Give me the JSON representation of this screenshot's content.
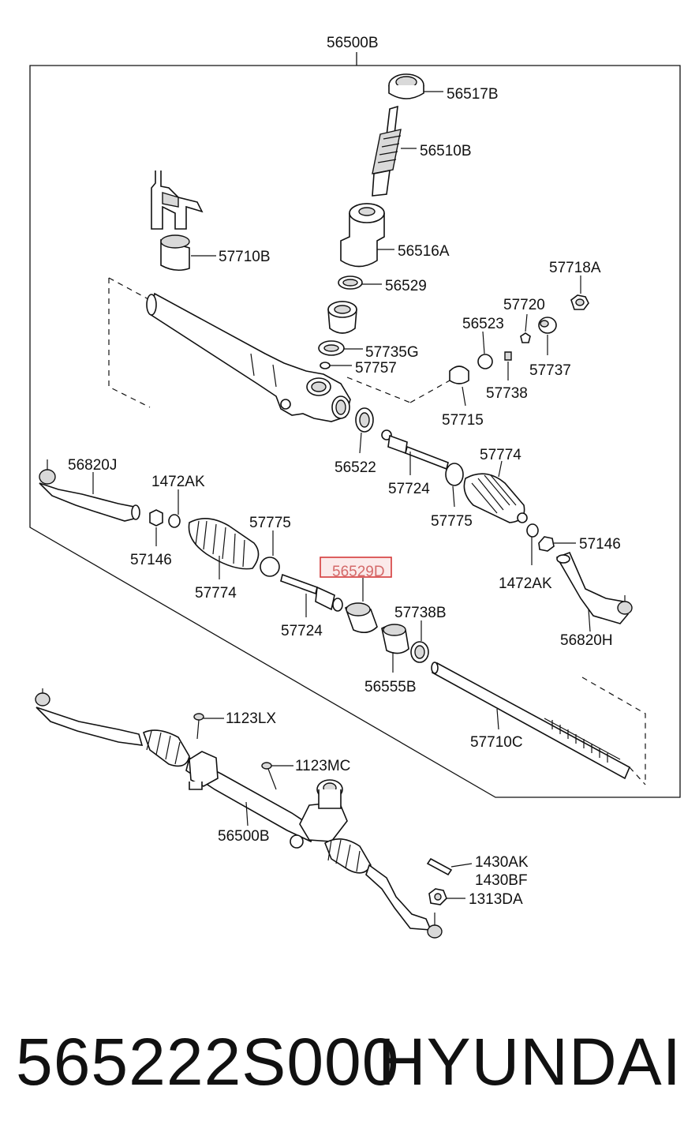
{
  "diagram": {
    "assembly_label": "56500B",
    "labels": {
      "p56517B": "56517B",
      "p56510B": "56510B",
      "p57710B": "57710B",
      "p56516A": "56516A",
      "p56529": "56529",
      "p57718A": "57718A",
      "p57720": "57720",
      "p56523": "56523",
      "p57735G": "57735G",
      "p57757": "57757",
      "p57737": "57737",
      "p57738": "57738",
      "p57715": "57715",
      "p56522": "56522",
      "p57774_r": "57774",
      "p56820J": "56820J",
      "p1472AK_l": "1472AK",
      "p57724_u": "57724",
      "p57775_r": "57775",
      "p57775_l": "57775",
      "p57146_l": "57146",
      "p57146_r": "57146",
      "p56529D": "56529D",
      "p1472AK_r": "1472AK",
      "p57774_l": "57774",
      "p57738B": "57738B",
      "p57724_l": "57724",
      "p56820H": "56820H",
      "p56555B": "56555B",
      "p57710C": "57710C",
      "p1123LX": "1123LX",
      "p1123MC": "1123MC",
      "p56500B_b": "56500B",
      "p1430AK": "1430AK",
      "p1430BF": "1430BF",
      "p1313DA": "1313DA"
    },
    "highlight_color": "#d46a6a"
  },
  "footer": {
    "part_number": "565222S000",
    "brand": "HYUNDAI"
  }
}
